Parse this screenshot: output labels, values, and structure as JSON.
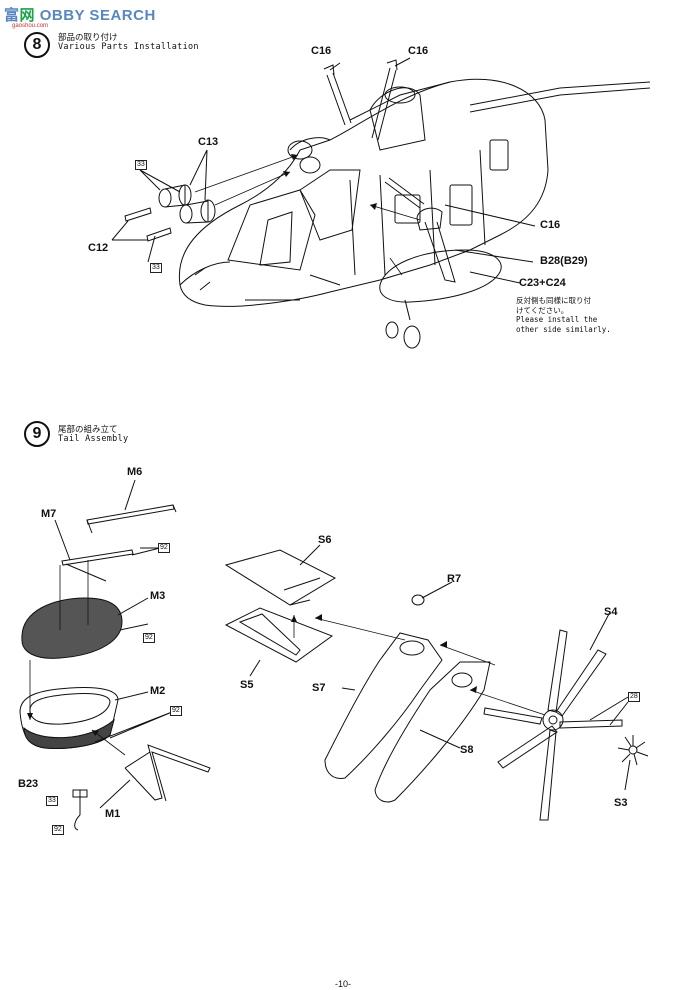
{
  "watermark": {
    "brand_a": "富",
    "brand_b": "网",
    "brand_c": "OBBY SEARCH",
    "site": "gaoshou.com"
  },
  "step8": {
    "number": "8",
    "title_jp": "部品の取り付け",
    "title_en": "Various Parts Installation"
  },
  "step9": {
    "number": "9",
    "title_jp": "尾部の組み立て",
    "title_en": "Tail Assembly"
  },
  "step8_labels": {
    "c16_a": "C16",
    "c16_b": "C16",
    "c13": "C13",
    "c12": "C12",
    "c16_c": "C16",
    "b28": "B28(B29)",
    "c23": "C23+C24",
    "badge_a": "33",
    "badge_b": "33"
  },
  "note": {
    "jp1": "反対側も同様に取り付",
    "jp2": "けてください。",
    "en1": "Please install the",
    "en2": "other side similarly."
  },
  "step9_labels": {
    "m6": "M6",
    "m7": "M7",
    "m3": "M3",
    "m2": "M2",
    "m1": "M1",
    "b23": "B23",
    "s6": "S6",
    "s5": "S5",
    "s7": "S7",
    "s8": "S8",
    "r7": "R7",
    "s4": "S4",
    "s3": "S3",
    "b92a": "92",
    "b92b": "92",
    "b92c": "92",
    "b92d": "92",
    "b33": "33",
    "b28": "28"
  },
  "page_number": "-10-",
  "colors": {
    "ink": "#111111",
    "shade": "#777777",
    "watermark": "#5a87c0"
  }
}
